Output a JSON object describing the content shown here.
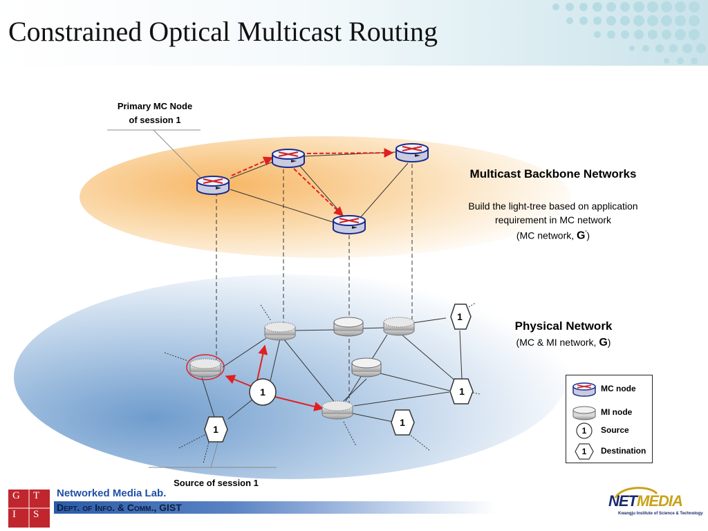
{
  "slide": {
    "title": "Constrained Optical Multicast Routing"
  },
  "callouts": {
    "primary_line1": "Primary MC Node",
    "primary_line2": "of session 1",
    "source": "Source of session 1"
  },
  "backbone": {
    "title": "Multicast Backbone Networks",
    "desc_line1": "Build the light-tree based on application",
    "desc_line2": "requirement in MC network",
    "desc_line3_pre": "(MC network, ",
    "desc_symbol": "G",
    "desc_prime": "'",
    "desc_line3_post": ")"
  },
  "physical": {
    "title": "Physical Network",
    "sub_pre": "(MC & MI network, ",
    "sub_symbol": "G",
    "sub_post": ")"
  },
  "legend": {
    "mc_node": "MC node",
    "mi_node": "MI node",
    "source": "Source",
    "destination": "Destination",
    "source_symbol": "1",
    "destination_symbol": "1"
  },
  "node_labels": {
    "source_node": "1",
    "dest_top_right": "1",
    "dest_right": "1",
    "dest_bottom_center": "1",
    "dest_bottom_left": "1"
  },
  "colors": {
    "backbone_ellipse": "#f7c98a",
    "physical_ellipse": "#a9c6e3",
    "mc_node_ring": "#1a2a8c",
    "lightpath_arrow": "#e02020",
    "lab_name": "#1f4fa8"
  },
  "footer": {
    "lab_name": "Networked Media Lab.",
    "dept": "Dept. of Info. & Comm., GIST",
    "gist_letters": [
      "G",
      "I",
      "S",
      "T"
    ],
    "logo_net": "NET",
    "logo_media": "MEDIA",
    "logo_sub": "Kwangju Institute of Science & Technology"
  }
}
